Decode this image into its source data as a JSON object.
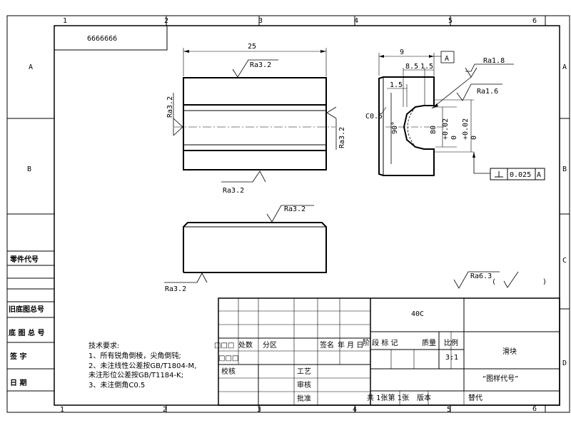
{
  "frame": {
    "col_labels_top": [
      "1",
      "2",
      "3",
      "4",
      "5",
      "6"
    ],
    "col_labels_bottom": [
      "1",
      "2",
      "3",
      "4",
      "5",
      "6"
    ],
    "row_labels_left": [
      "A",
      "B"
    ],
    "row_labels_right": [
      "A",
      "B",
      "C",
      "D"
    ],
    "corner_code": "6666666"
  },
  "left_strip": {
    "part_code": "零件代号",
    "old_drawing_no": "旧底图总号",
    "base_drawing_no": "底 图 总 号",
    "signature": "签    字",
    "date": "日    期"
  },
  "front_view": {
    "dim_length": "25",
    "ra_top": "Ra3.2",
    "ra_left": "Ra3.2",
    "ra_right": "Ra3.2",
    "ra_bottom": "Ra3.2"
  },
  "top_view": {
    "ra_top": "Ra3.2",
    "ra_bottom": "Ra3.2"
  },
  "side_view": {
    "dim_9": "9",
    "dim_85": "8.5",
    "dim_15a": "1.5",
    "dim_15b": "1.5",
    "datum_a": "A",
    "ra_18": "Ra1.8",
    "ra_16": "Ra1.6",
    "chamfer": "C0.5",
    "angle_90": "90°",
    "dim_80": "80",
    "tol_1": "+0.02",
    "tol_1b": "0",
    "tol_2": "+0.02",
    "tol_2b": "0",
    "gtol_value": "0.025",
    "gtol_datum": "A"
  },
  "general_roughness": {
    "ra": "Ra6.3",
    "open": "(",
    "close": ")"
  },
  "notes": {
    "title": "技术要求:",
    "line1": "1、所有锐角倒棱，尖角倒钝;",
    "line2": "2、未注线性公差按GB/T1804-M,",
    "line3": "未注形位公差按GB/T1184-K;",
    "line4": "3、未注倒角C0.5"
  },
  "title_block": {
    "material": "40C",
    "stage_label": "阶 段 标 记",
    "mass_label": "质量",
    "scale_label": "比例",
    "scale_value": "3:1",
    "part_name": "滑块",
    "drawing_code": "“图样代号”",
    "rev_mark": "□□□",
    "rev_count": "处数",
    "zone": "分区",
    "sign_label": "签名",
    "ymd": "年 月 日",
    "design": "□□□",
    "checker": "校核",
    "process": "工艺",
    "review": "审核",
    "approve": "批准",
    "sheets": "共 1张第 1张",
    "version": "版本",
    "replace": "替代"
  }
}
